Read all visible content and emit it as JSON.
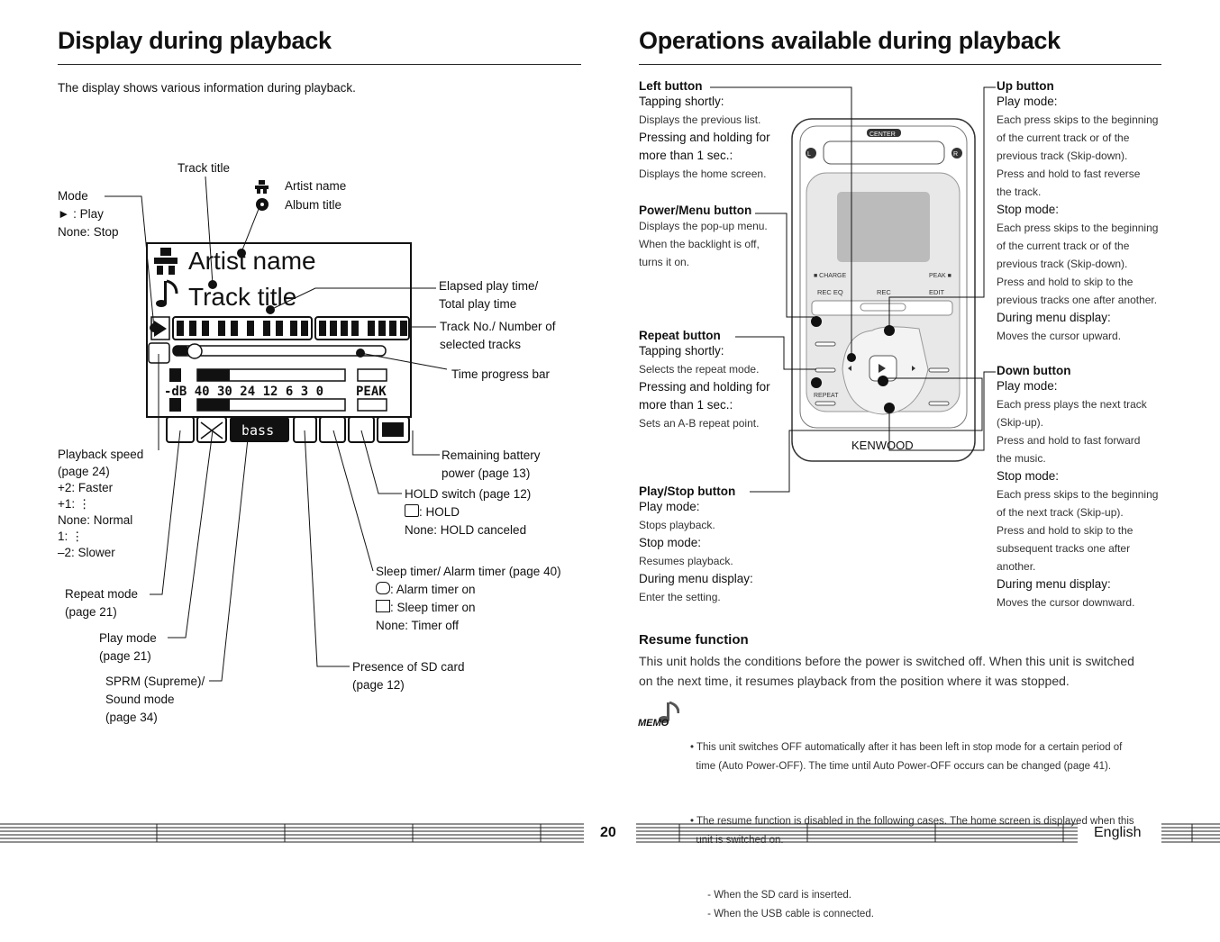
{
  "left": {
    "title": "Display during playback",
    "intro": "The display shows various information during playback.",
    "lcd": {
      "artist": "Artist name",
      "track": "Track title",
      "sound_mode": "bass",
      "peak": "PEAK",
      "db_scale": "-dB 40 30 24    12  6 3 0"
    },
    "labels": {
      "track_title": "Track title",
      "artist_name": "Artist name",
      "album_title": "Album title",
      "mode": [
        "Mode",
        "► : Play",
        "None: Stop"
      ],
      "elapsed": [
        "Elapsed play time/",
        "Total play time"
      ],
      "trackno": [
        "Track No./ Number of",
        "selected tracks"
      ],
      "progress": "Time progress bar",
      "battery": [
        "Remaining battery",
        "power (page 13)"
      ],
      "hold": [
        "HOLD switch (page 12)",
        ": HOLD",
        "None: HOLD canceled"
      ],
      "speed": [
        "Playback speed",
        "(page 24)",
        "+2: Faster",
        "+1:   ⋮",
        "None: Normal",
        "  1:   ⋮",
        "–2: Slower"
      ],
      "sleep": [
        "Sleep timer/ Alarm timer (page 40)",
        ": Alarm timer on",
        ": Sleep timer on",
        "None: Timer off"
      ],
      "repeat": [
        "Repeat mode",
        "(page 21)"
      ],
      "play": [
        "Play mode",
        "(page 21)"
      ],
      "sd": [
        "Presence of SD card",
        "(page 12)"
      ],
      "sprm": [
        "SPRM (Supreme)/",
        "Sound mode",
        "(page 34)"
      ]
    }
  },
  "right": {
    "title": "Operations available during playback",
    "left_button": {
      "title": "Left button",
      "lines": [
        [
          "Tapping shortly:",
          "h"
        ],
        [
          "Displays the previous list.",
          "s"
        ],
        [
          "Pressing and holding for",
          "h"
        ],
        [
          "more than 1 sec.:",
          "h"
        ],
        [
          "Displays the home screen.",
          "s"
        ]
      ]
    },
    "power_button": {
      "title": "Power/Menu button",
      "lines": [
        [
          "Displays the pop-up menu.",
          "s"
        ],
        [
          "When the backlight is off,",
          "s"
        ],
        [
          "turns it on.",
          "s"
        ]
      ]
    },
    "repeat_button": {
      "title": "Repeat button",
      "lines": [
        [
          "Tapping shortly:",
          "h"
        ],
        [
          "Selects the repeat mode.",
          "s"
        ],
        [
          "Pressing and holding for",
          "h"
        ],
        [
          "more than 1 sec.:",
          "h"
        ],
        [
          "Sets an A-B repeat point.",
          "s"
        ]
      ]
    },
    "play_stop_button": {
      "title": "Play/Stop button",
      "lines": [
        [
          "Play mode:",
          "h"
        ],
        [
          "Stops playback.",
          "s"
        ],
        [
          "Stop mode:",
          "h"
        ],
        [
          "Resumes playback.",
          "s"
        ],
        [
          "During menu display:",
          "h"
        ],
        [
          "Enter the setting.",
          "s"
        ]
      ]
    },
    "up_button": {
      "title": "Up button",
      "lines": [
        [
          "Play mode:",
          "h"
        ],
        [
          "Each press skips to the beginning",
          "s"
        ],
        [
          "of the current track or of the",
          "s"
        ],
        [
          "previous track (Skip-down).",
          "s"
        ],
        [
          "Press and hold to fast reverse",
          "s"
        ],
        [
          "the track.",
          "s"
        ],
        [
          "Stop mode:",
          "h"
        ],
        [
          "Each press skips to the beginning",
          "s"
        ],
        [
          "of the current track or of the",
          "s"
        ],
        [
          "previous track (Skip-down).",
          "s"
        ],
        [
          "Press and hold to skip to the",
          "s"
        ],
        [
          "previous tracks one after another.",
          "s"
        ],
        [
          "During menu display:",
          "h"
        ],
        [
          "Moves the cursor upward.",
          "s"
        ]
      ]
    },
    "down_button": {
      "title": "Down button",
      "lines": [
        [
          "Play mode:",
          "h"
        ],
        [
          "Each press plays the next track",
          "s"
        ],
        [
          "(Skip-up).",
          "s"
        ],
        [
          "Press and hold to fast forward",
          "s"
        ],
        [
          "the music.",
          "s"
        ],
        [
          "Stop mode:",
          "h"
        ],
        [
          "Each press skips to the beginning",
          "s"
        ],
        [
          "of the next track (Skip-up).",
          "s"
        ],
        [
          "Press and hold to skip to the",
          "s"
        ],
        [
          "subsequent tracks one after",
          "s"
        ],
        [
          "another.",
          "s"
        ],
        [
          "During menu display:",
          "h"
        ],
        [
          "Moves the cursor downward.",
          "s"
        ]
      ]
    },
    "device": {
      "center": "CENTER",
      "l": "L",
      "r": "R",
      "charge": "■ CHARGE",
      "peak": "PEAK ■",
      "rec_eq": "REC EQ",
      "rec": "REC",
      "edit": "EDIT",
      "repeat": "REPEAT",
      "brand": "KENWOOD"
    },
    "resume": {
      "title": "Resume function",
      "text1": "This unit holds the conditions before the power is switched off. When this unit is switched",
      "text2": "on the next time, it resumes playback from the position where it was stopped."
    },
    "memo": {
      "label": "MEMO",
      "lines": [
        "• This unit switches OFF automatically after it has been left in stop mode for a certain period of",
        "  time (Auto Power-OFF). The time until Auto Power-OFF occurs can be changed (page 41).",
        "• The resume function is disabled in the following cases. The home screen is displayed when this",
        "  unit is switched on.",
        "      - When the SD card is inserted.",
        "      - When the USB cable is connected."
      ]
    }
  },
  "footer": {
    "page": "20",
    "language": "English"
  }
}
